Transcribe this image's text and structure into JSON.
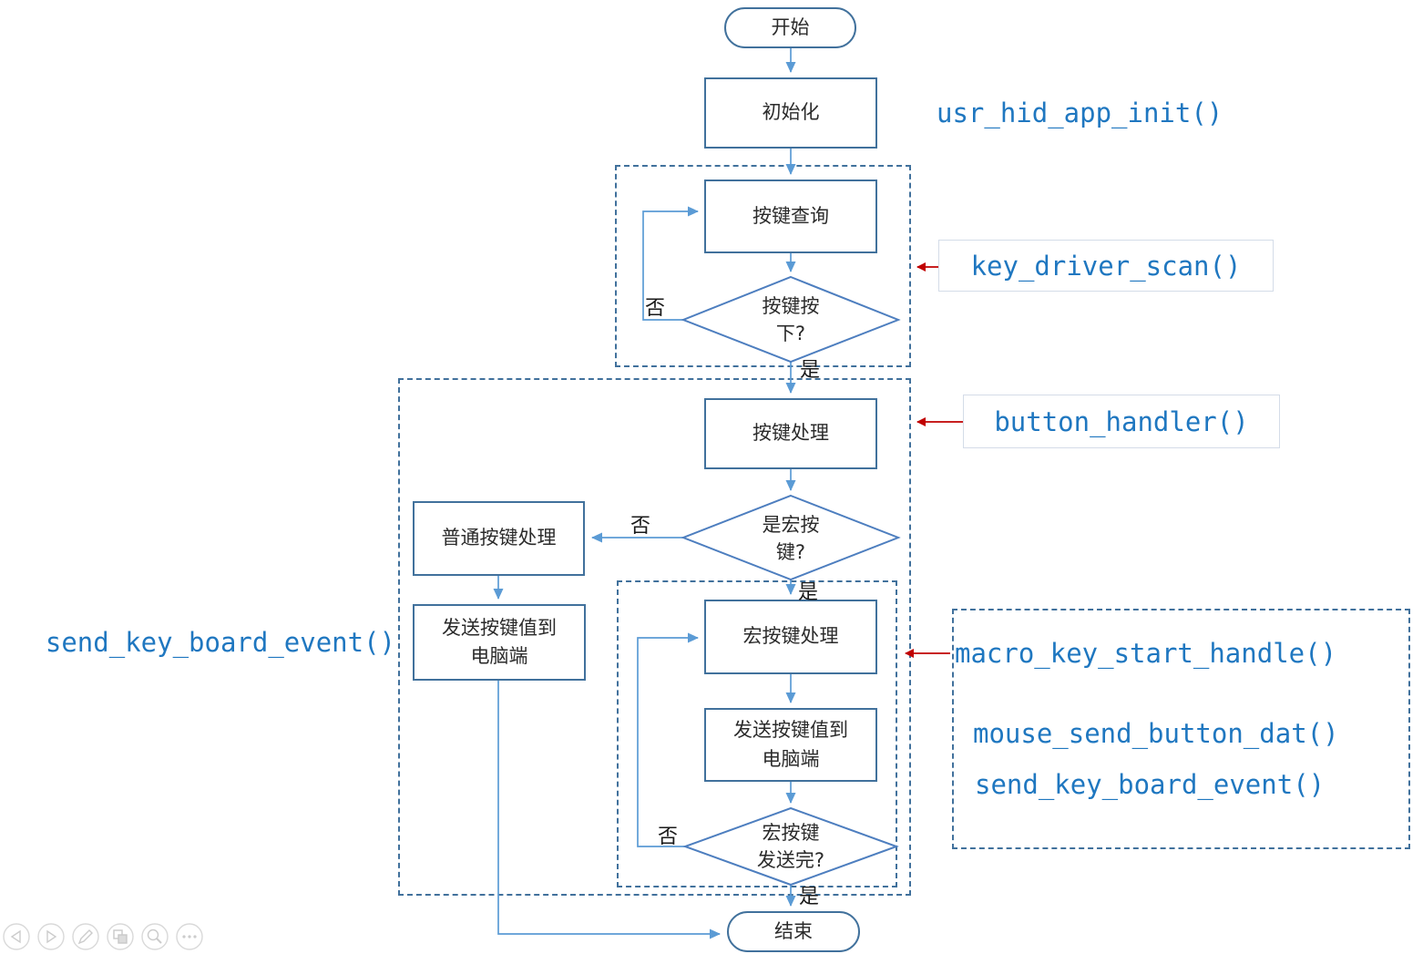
{
  "flowchart": {
    "start": "开始",
    "init": "初始化",
    "key_query": "按键查询",
    "key_pressed_q": "按键按\n下?",
    "key_process": "按键处理",
    "is_macro_q": "是宏按\n键?",
    "normal_key_process": "普通按键处理",
    "send_key_to_pc_left": "发送按键值到\n电脑端",
    "macro_key_process": "宏按键处理",
    "send_key_to_pc_macro": "发送按键值到\n电脑端",
    "macro_sent_q": "宏按键\n发送完?",
    "end": "结束",
    "labels": {
      "no1": "否",
      "yes1": "是",
      "no2": "否",
      "yes2": "是",
      "no3": "否",
      "yes3": "是"
    }
  },
  "annotations": {
    "usr_hid_app_init": "usr_hid_app_init()",
    "key_driver_scan": "key_driver_scan()",
    "button_handler": "button_handler()",
    "send_key_board_event_left": "send_key_board_event()",
    "macro_key_start_handle": "macro_key_start_handle()",
    "mouse_send_button_dat": "mouse_send_button_dat()",
    "send_key_board_event_right": "send_key_board_event()"
  },
  "colors": {
    "node_border": "#41719c",
    "diamond_border": "#4d7ebf",
    "dashed_border": "#41719c",
    "arrow": "#5b9bd5",
    "red_arrow": "#c00000",
    "function_text": "#1f77c0",
    "node_text": "#2b2b2b"
  },
  "toolbar": {
    "icons": [
      "prev-icon",
      "next-icon",
      "edit-icon",
      "copy-icon",
      "zoom-icon",
      "more-icon"
    ]
  }
}
